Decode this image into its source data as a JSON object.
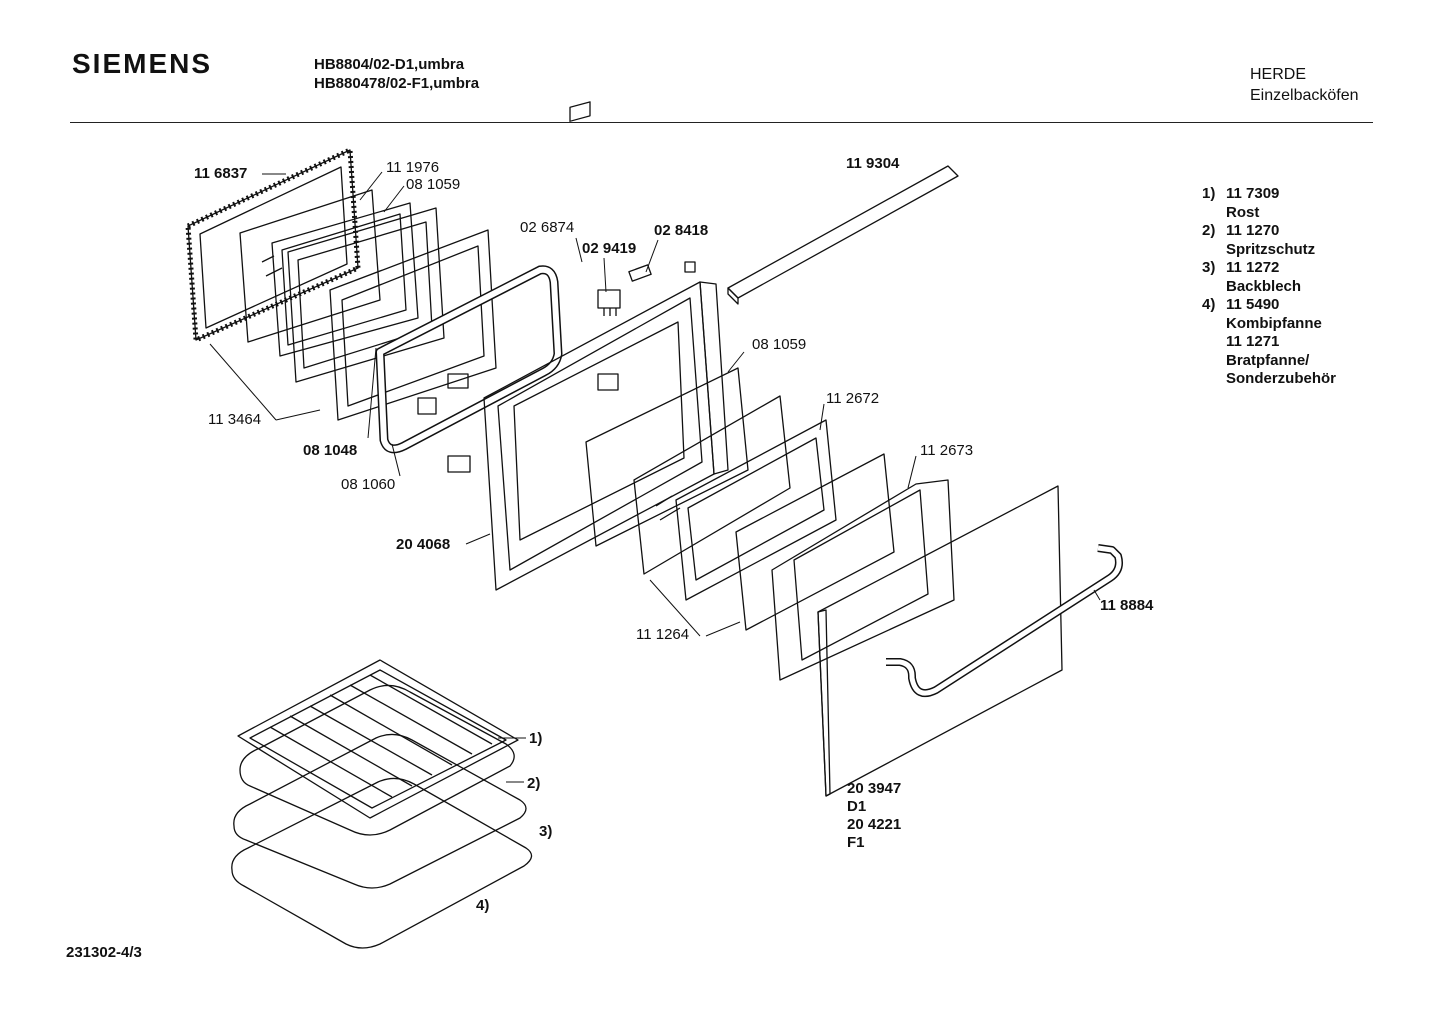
{
  "header": {
    "brand": "SIEMENS",
    "models": [
      "HB8804/02-D1,umbra",
      "HB880478/02-F1,umbra"
    ],
    "category": "HERDE",
    "subcategory": "Einzelbacköfen"
  },
  "doc_ref": "231302-4/3",
  "parts": {
    "p116837": "11 6837",
    "p111976": "11 1976",
    "p081059a": "08 1059",
    "p026874": "02 6874",
    "p029419": "02 9419",
    "p028418": "02 8418",
    "p119304": "11 9304",
    "p081059b": "08 1059",
    "p112672": "11 2672",
    "p112673": "11 2673",
    "p113464": "11 3464",
    "p081048": "08 1048",
    "p081060": "08 1060",
    "p204068": "20 4068",
    "p111264": "11 1264",
    "p118884": "11 8884",
    "door_panel": [
      "20 3947",
      "D1",
      "20 4221",
      "F1"
    ]
  },
  "accessory_markers": [
    "1)",
    "2)",
    "3)",
    "4)"
  ],
  "legend": [
    {
      "num": "1)",
      "part": "11 7309",
      "name": "Rost"
    },
    {
      "num": "2)",
      "part": "11 1270",
      "name": "Spritzschutz"
    },
    {
      "num": "3)",
      "part": "11 1272",
      "name": "Backblech"
    },
    {
      "num": "4)",
      "part": "11 5490",
      "name": "Kombipfanne"
    },
    {
      "num": "",
      "part": "11 1271",
      "name": "Bratpfanne/"
    },
    {
      "num": "",
      "part": "",
      "name": "Sonderzubehör"
    }
  ]
}
